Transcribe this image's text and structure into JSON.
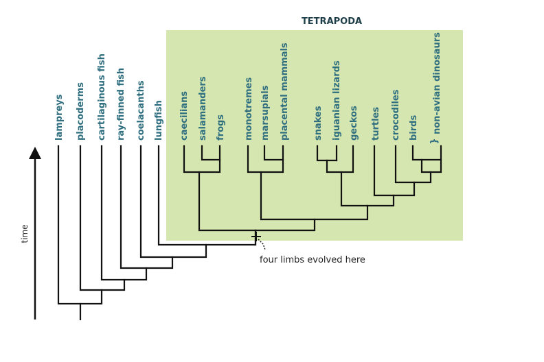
{
  "title": "TETRAPODA",
  "axis_label": "time",
  "annotation": "four limbs evolved here",
  "bracket_glyph": "}",
  "colors": {
    "tetrapoda_box": "#d6e6b0",
    "label": "#2f6f7f",
    "line": "#111111"
  },
  "taxa": [
    "lampreys",
    "placoderms",
    "cartilaginous fish",
    "ray-finned fish",
    "coelacanths",
    "lungfish",
    "caecilians",
    "salamanders",
    "frogs",
    "monotremes",
    "marsupials",
    "placental mammals",
    "snakes",
    "iguanian lizards",
    "geckos",
    "turtles",
    "crocodiles",
    "birds",
    "non-avian dinosaurs"
  ]
}
